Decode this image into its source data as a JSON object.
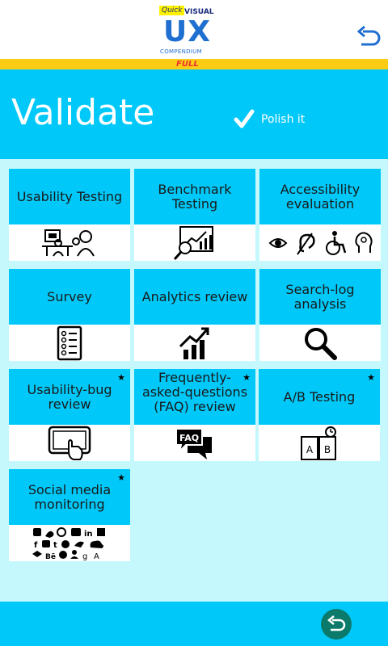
{
  "header": {
    "logo_quick": "Quick",
    "logo_visual": "VISUAL",
    "logo_ux": "UX",
    "logo_compendium": "COMPENDIUM",
    "edition": "FULL"
  },
  "section": {
    "title": "Validate",
    "polish_label": "Polish it"
  },
  "tiles": [
    {
      "label": "Usability Testing",
      "icon": "usability-testing-icon",
      "starred": false
    },
    {
      "label": "Benchmark Testing",
      "icon": "benchmark-chart-icon",
      "starred": false
    },
    {
      "label": "Accessibility evaluation",
      "icon": "accessibility-icons",
      "starred": false
    },
    {
      "label": "Survey",
      "icon": "survey-checklist-icon",
      "starred": false
    },
    {
      "label": "Analytics review",
      "icon": "analytics-growth-icon",
      "starred": false
    },
    {
      "label": "Search-log analysis",
      "icon": "magnifier-icon",
      "starred": false
    },
    {
      "label": "Usability-bug review",
      "icon": "tablet-touch-icon",
      "starred": true
    },
    {
      "label": "Frequently-asked-questions (FAQ) review",
      "icon": "faq-speech-icon",
      "starred": true
    },
    {
      "label": "A/B Testing",
      "icon": "ab-test-icon",
      "starred": true
    },
    {
      "label": "Social media monitoring",
      "icon": "social-media-icons",
      "starred": true
    }
  ],
  "star_symbol": "★",
  "colors": {
    "accent": "#00c8f8",
    "background": "#c4f8fc",
    "gold": "#fccb13",
    "back_button": "#0c7a6a"
  }
}
